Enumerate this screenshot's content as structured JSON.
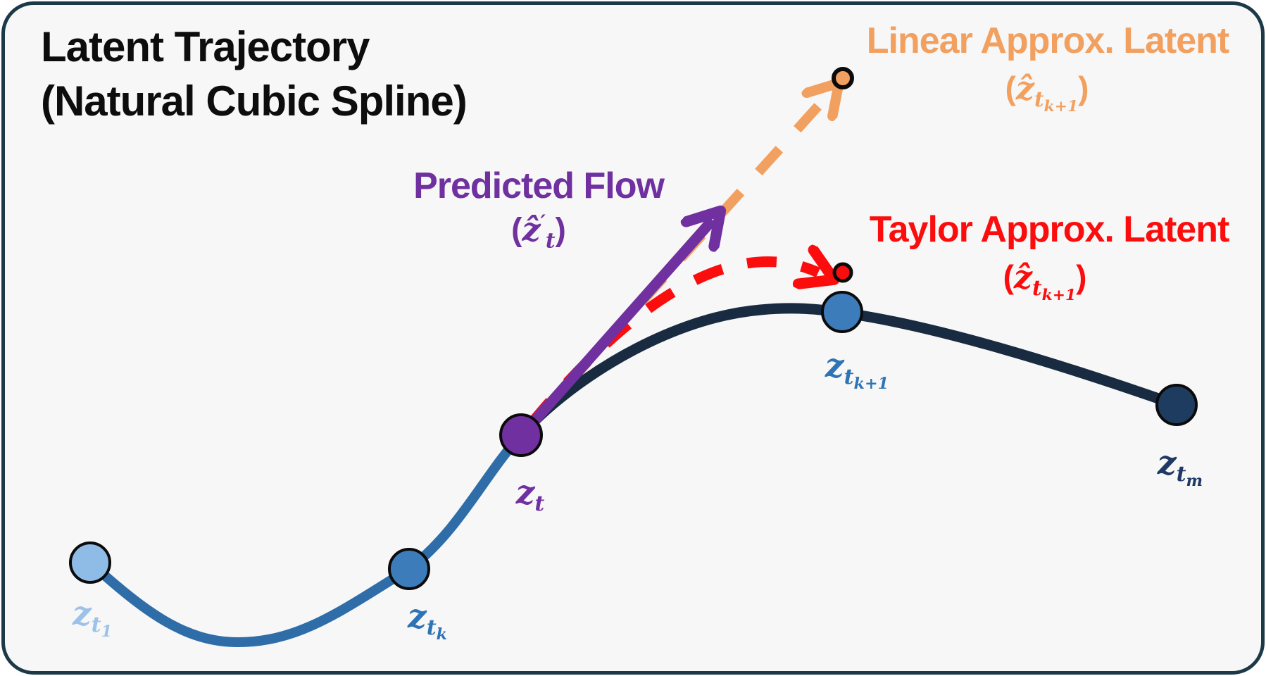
{
  "title": {
    "line1": "Latent Trajectory",
    "line2": "(Natural Cubic Spline)"
  },
  "labels": {
    "flow": {
      "line1": "Predicted Flow",
      "open": "(",
      "zhat": "ẑ",
      "prime": "′",
      "sub": "t",
      "close": ")"
    },
    "linear": {
      "line1": "Linear Approx. Latent",
      "open": "(",
      "zhat": "ẑ",
      "sub": "t",
      "subsub": "k+1",
      "close": ")"
    },
    "taylor": {
      "line1": "Taylor Approx. Latent",
      "open": "(",
      "zhat": "ẑ",
      "sub": "t",
      "subsub": "k+1",
      "close": ")"
    }
  },
  "points": {
    "zt1": {
      "base": "z",
      "sub": "t",
      "subsub": "1",
      "fill": "#8FBCE6",
      "label_color": "#9CC2E8"
    },
    "ztk": {
      "base": "z",
      "sub": "t",
      "subsub": "k",
      "fill": "#3D7CBA",
      "label_color": "#2E74B5"
    },
    "zt": {
      "base": "z",
      "sub": "t",
      "subsub": "",
      "fill": "#7030A0",
      "label_color": "#7030A0"
    },
    "ztk1": {
      "base": "z",
      "sub": "t",
      "subsub": "k+1",
      "fill": "#3D7CBA",
      "label_color": "#2E74B5"
    },
    "ztm": {
      "base": "z",
      "sub": "t",
      "subsub": "m",
      "fill": "#1E3C5F",
      "label_color": "#1F3864"
    },
    "linear_approx_dot": {
      "fill": "#F2A05F"
    },
    "taylor_approx_dot": {
      "fill": "#FB0D0D"
    }
  },
  "colors": {
    "background": "#F7F7F7",
    "border": "#1C3947",
    "title_text": "#0D0D0D",
    "orange": "#F2A05F",
    "red": "#FB0D0D",
    "purple": "#7030A0",
    "blue_curve": "#2E6DA8",
    "navy_curve": "#192B40",
    "dot_outline": "#0B0B0B"
  }
}
